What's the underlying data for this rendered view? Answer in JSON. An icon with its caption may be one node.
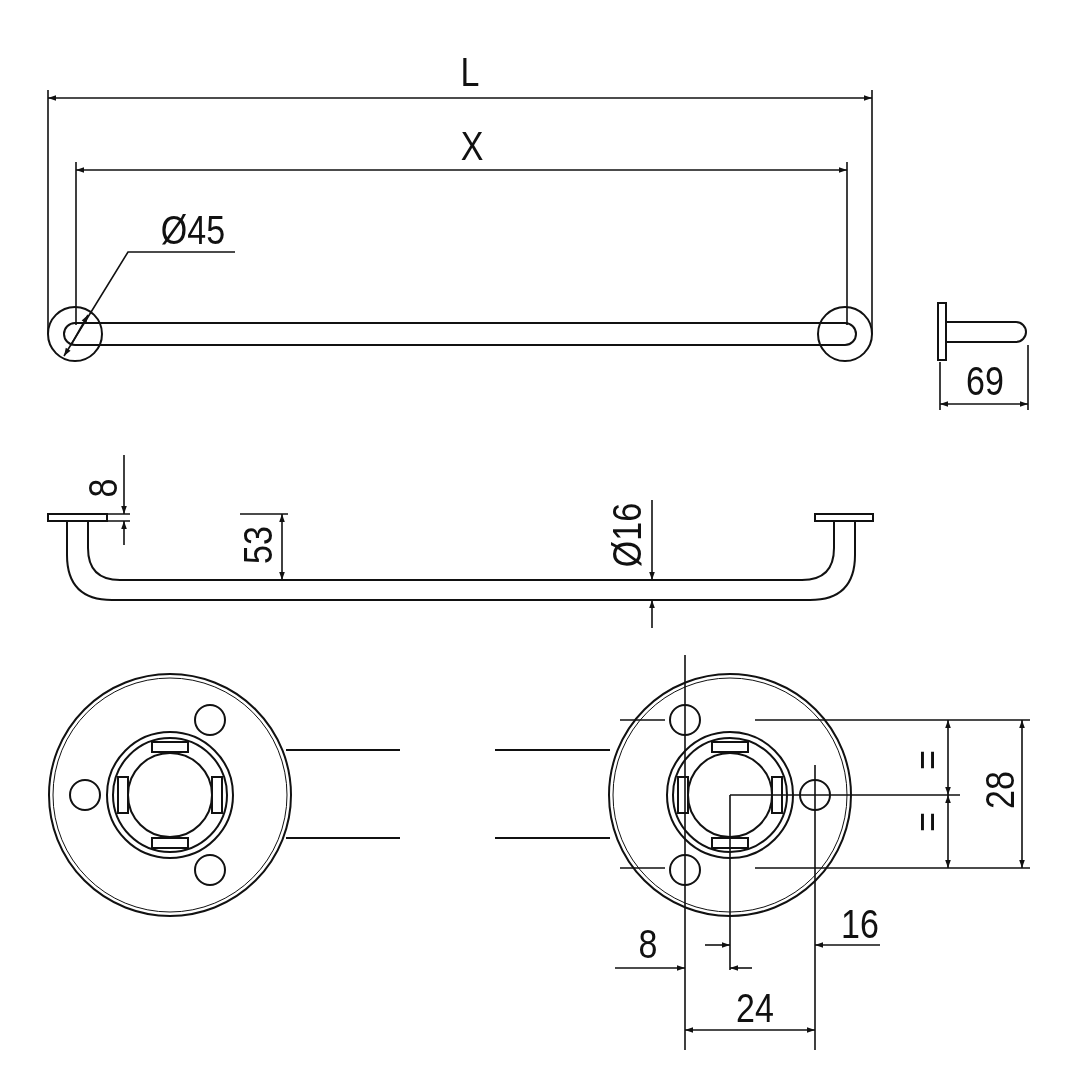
{
  "diagram": {
    "labels": [
      "L",
      "X",
      "Ø45",
      "69",
      "8",
      "53",
      "Ø16",
      "=",
      "=",
      "28",
      "16",
      "8",
      "24"
    ]
  }
}
